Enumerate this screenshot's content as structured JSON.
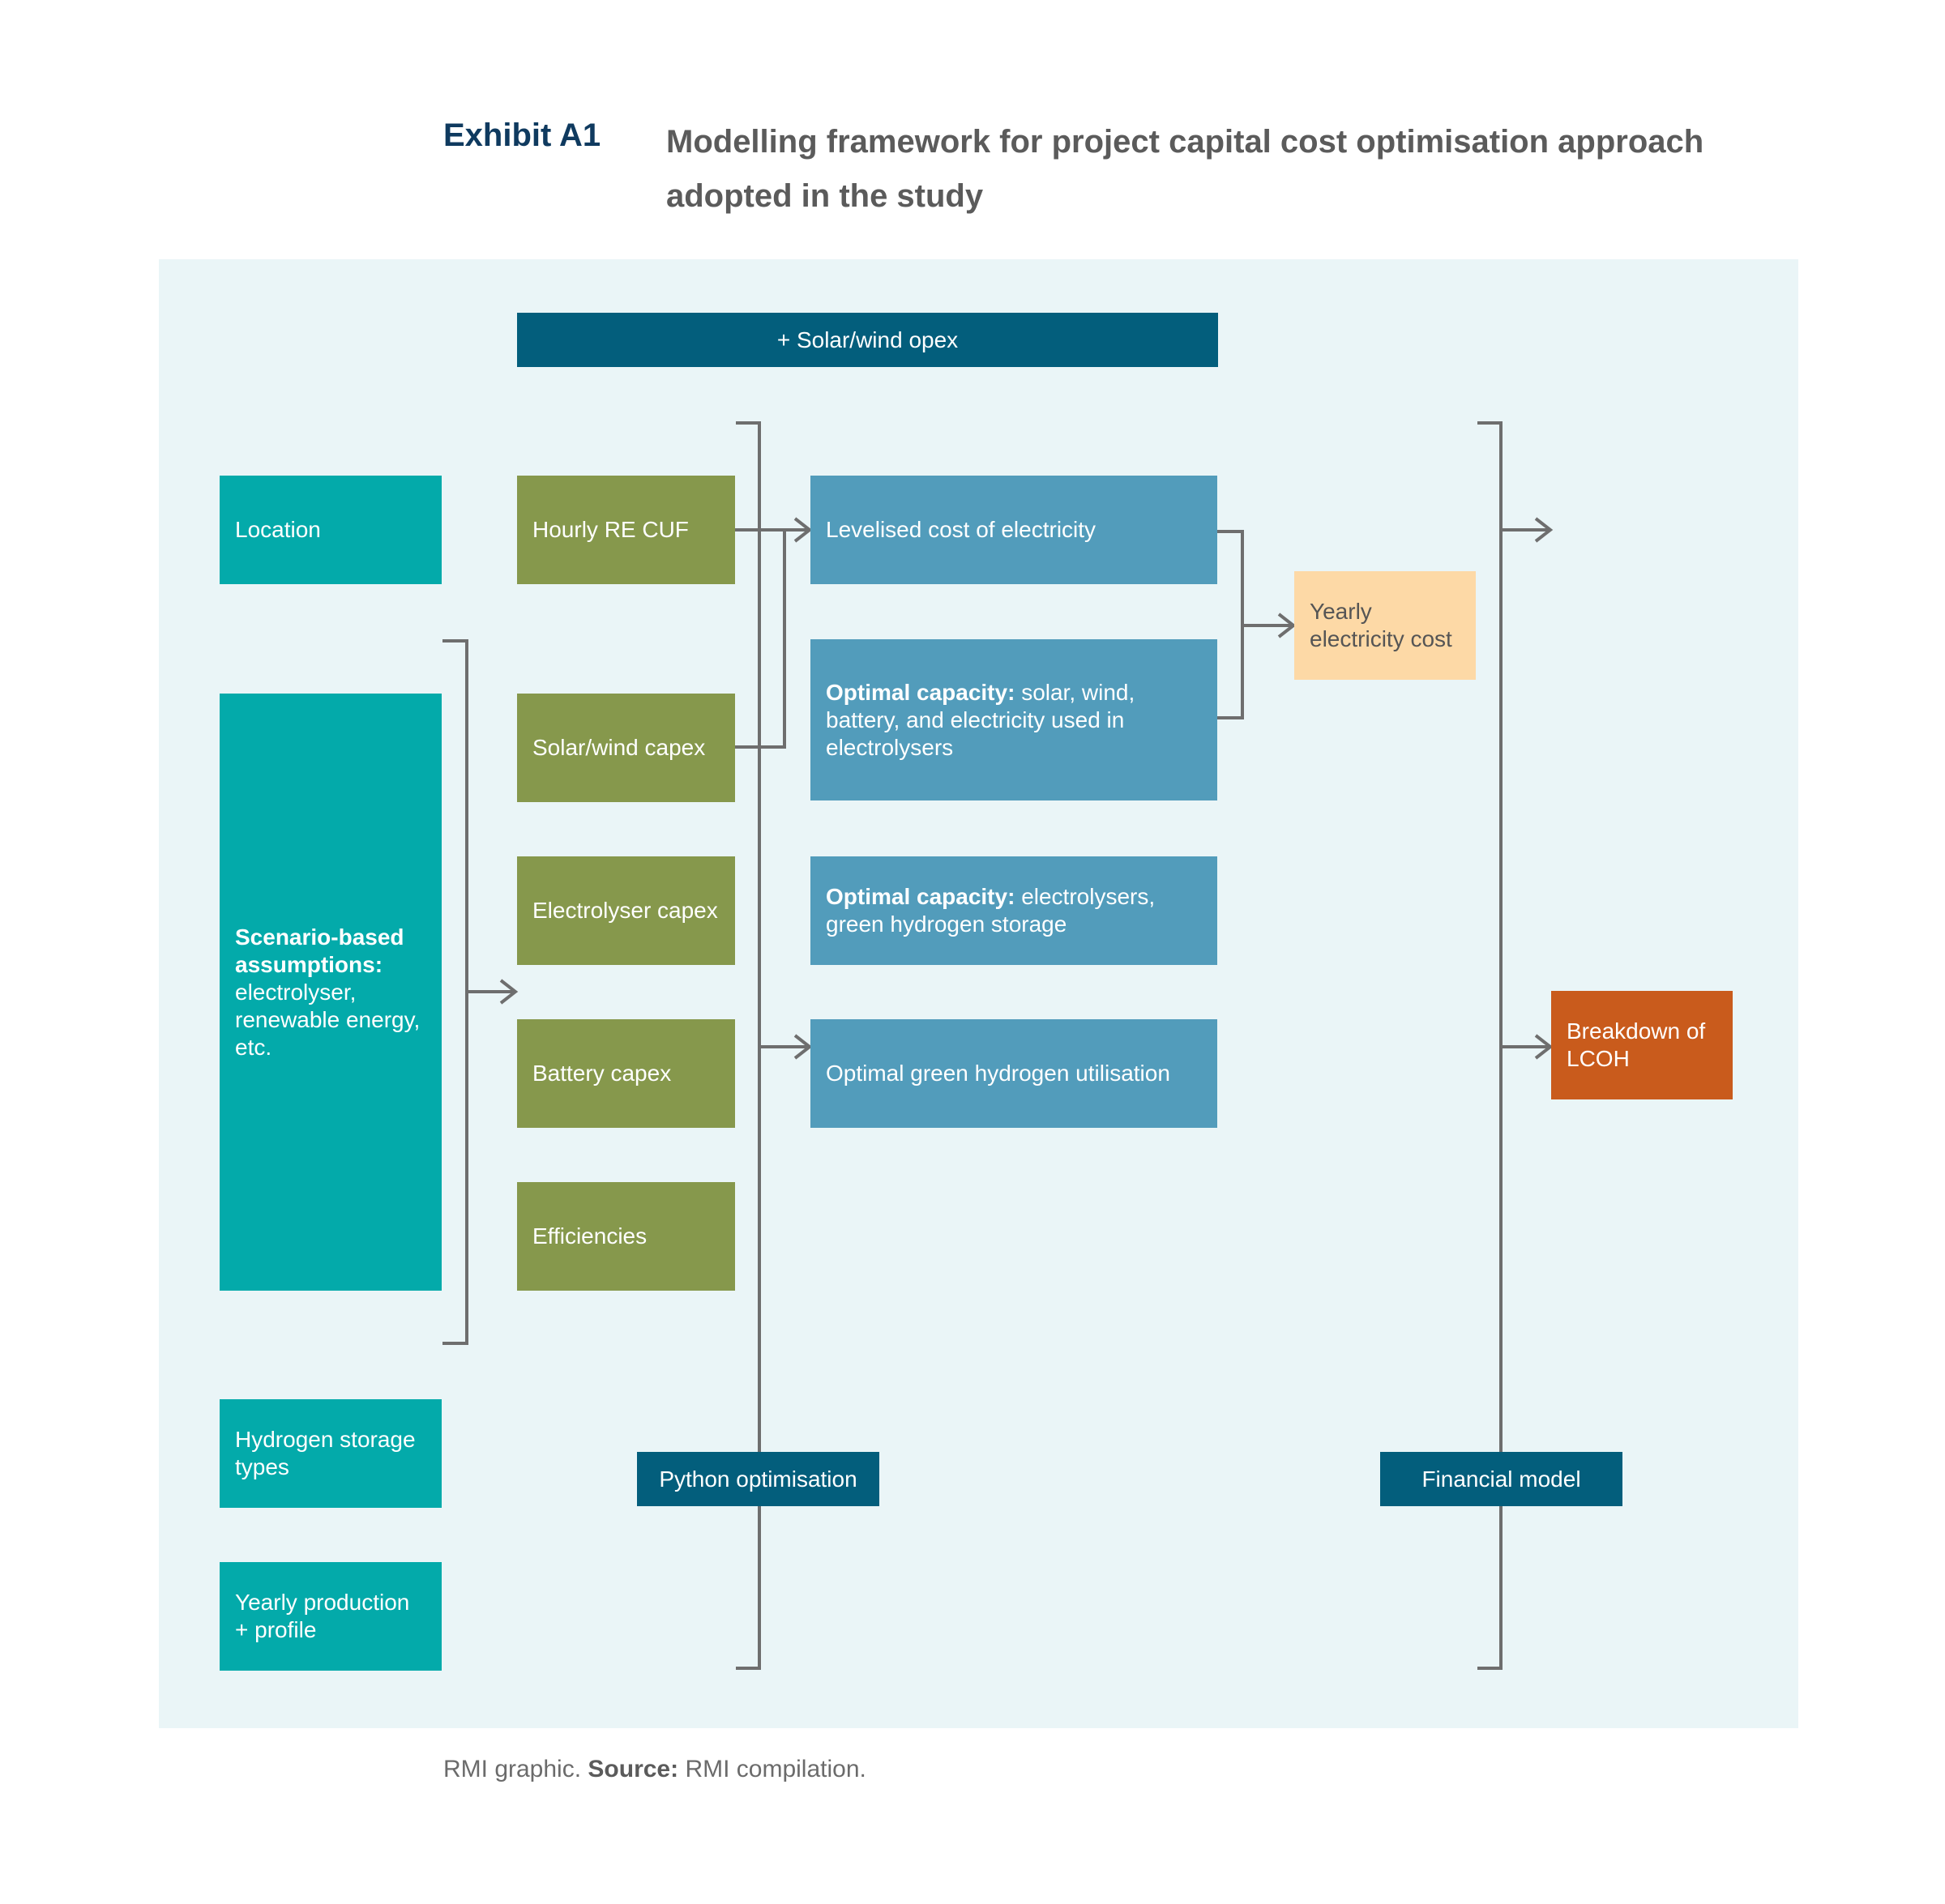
{
  "header": {
    "exhibit": "Exhibit A1",
    "title": "Modelling framework for project capital cost optimisation approach adopted in the study"
  },
  "inputs": {
    "location": "Location",
    "scenario_bold": "Scenario-based assumptions:",
    "scenario_rest": "electrolyser, renewable energy, etc.",
    "hydrogen_storage": "Hydrogen storage types",
    "yearly_production": "Yearly production + profile"
  },
  "parameters": {
    "opex": "+ Solar/wind opex",
    "hourly_re_cuf": "Hourly RE CUF",
    "solar_wind_capex": "Solar/wind capex",
    "electrolyser_capex": "Electrolyser capex",
    "battery_capex": "Battery capex",
    "efficiencies": "Efficiencies"
  },
  "outputs": {
    "lcoe": "Levelised cost of electricity",
    "optimal_capacity_bold": "Optimal capacity:",
    "optimal_capacity_1_rest": "solar, wind, battery, and electricity used in electrolysers",
    "optimal_capacity_2_rest": "electrolysers, green hydrogen storage",
    "optimal_utilisation": "Optimal green hydrogen utilisation",
    "yearly_electricity_cost": "Yearly electricity cost",
    "breakdown_lcoh": "Breakdown of LCOH"
  },
  "models": {
    "python": "Python optimisation",
    "financial": "Financial model"
  },
  "footer": {
    "credit": "RMI graphic.",
    "source_label": "Source:",
    "source_value": "RMI compilation."
  },
  "colors": {
    "teal": "#03aaaa",
    "olive": "#86984c",
    "blue": "#529cbb",
    "navy": "#035e7c",
    "peach": "#fdd9a6",
    "orange": "#c95b1c",
    "panel": "#eaf5f7",
    "connector": "#6e6e6e"
  }
}
